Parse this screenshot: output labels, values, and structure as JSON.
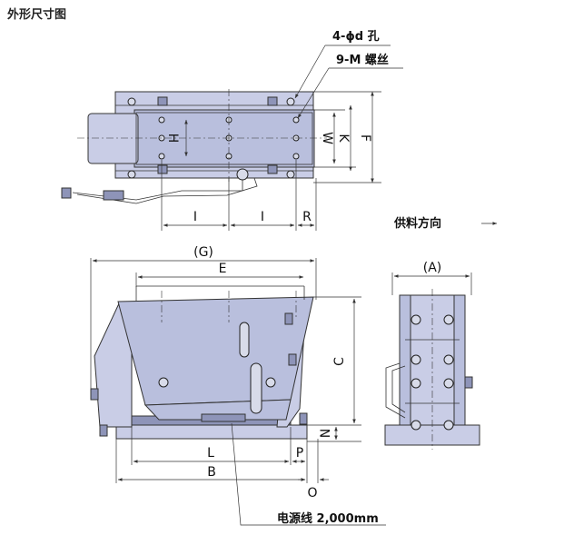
{
  "title": "外形尺寸图",
  "callouts": {
    "holes": "4-ϕd 孔",
    "screws": "9-M 螺丝",
    "feed_direction": "供料方向",
    "power_cable": "电源线 2,000mm"
  },
  "dimensions": {
    "H": "H",
    "W": "W",
    "K": "K",
    "F": "F",
    "I1": "I",
    "I2": "I",
    "R": "R",
    "G": "(G)",
    "E": "E",
    "C": "C",
    "N": "N",
    "L": "L",
    "P": "P",
    "B": "B",
    "O": "O",
    "A": "(A)"
  },
  "colors": {
    "body": "#c9cde6",
    "line": "#333333"
  }
}
